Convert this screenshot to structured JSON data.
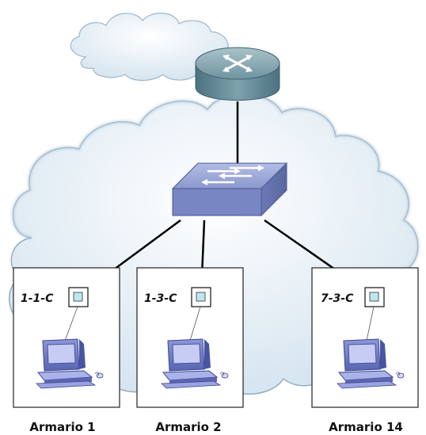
{
  "cabinets": [
    {
      "name": "Armario 1",
      "port": "1-1-C"
    },
    {
      "name": "Armario 2",
      "port": "1-3-C"
    },
    {
      "name": "Armario 14",
      "port": "7-3-C"
    }
  ],
  "icons": [
    "cloud-icon",
    "router-icon",
    "switch-icon",
    "wall-port-icon",
    "computer-icon"
  ],
  "colors": {
    "cloud_fill": "#e3eef6",
    "cloud_edge": "#8fa9bf",
    "router": "#6f94a0",
    "switch": "#8a98cc",
    "computer": "#7480c8",
    "cabinet_fill": "#ffffff"
  }
}
